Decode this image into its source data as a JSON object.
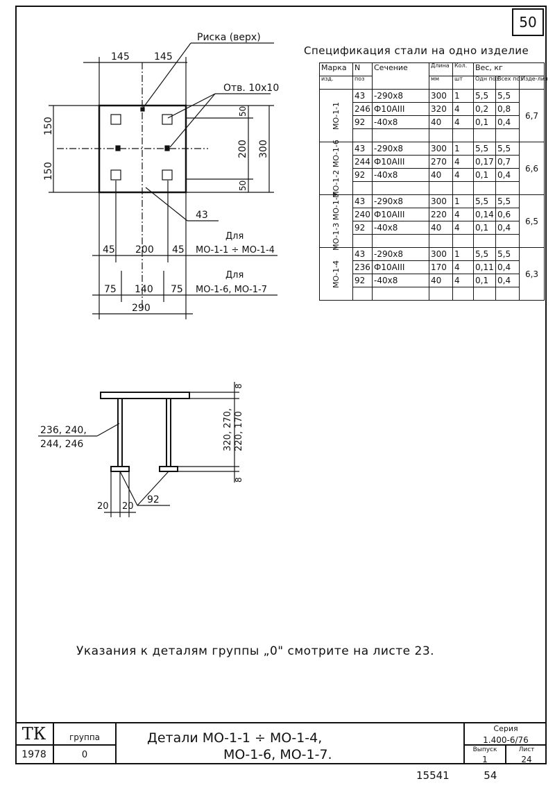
{
  "sheet_number": "50",
  "spec": {
    "title": "Спецификация стали на одно изделие",
    "headers": {
      "marka_top": "Марка",
      "marka_bottom": "изд.",
      "n_top": "N",
      "n_bottom": "поз",
      "section": "Сечение",
      "length_top": "Длина",
      "length_bottom": "мм",
      "qty_top": "Кол.",
      "qty_bottom": "шт",
      "weight": "Вес, кг",
      "weight_one": "Одн поз",
      "weight_all": "Всех поз",
      "weight_item": "Изде-лия"
    },
    "groups": [
      {
        "mark": "МО-1-1",
        "total": "6,7",
        "rows": [
          {
            "pos": "43",
            "section": "-290x8",
            "length": "300",
            "qty": "1",
            "one": "5,5",
            "all": "5,5"
          },
          {
            "pos": "246",
            "section": "Ф10АIII",
            "length": "320",
            "qty": "4",
            "one": "0,2",
            "all": "0,8"
          },
          {
            "pos": "92",
            "section": "-40x8",
            "length": "40",
            "qty": "4",
            "one": "0,1",
            "all": "0,4"
          }
        ]
      },
      {
        "mark": "МО-1-2 МО-1-6",
        "total": "6,6",
        "rows": [
          {
            "pos": "43",
            "section": "-290x8",
            "length": "300",
            "qty": "1",
            "one": "5,5",
            "all": "5,5"
          },
          {
            "pos": "244",
            "section": "Ф10АIII",
            "length": "270",
            "qty": "4",
            "one": "0,17",
            "all": "0,7"
          },
          {
            "pos": "92",
            "section": "-40x8",
            "length": "40",
            "qty": "4",
            "one": "0,1",
            "all": "0,4"
          }
        ]
      },
      {
        "mark": "МО-1-3 МО-1-7",
        "total": "6,5",
        "rows": [
          {
            "pos": "43",
            "section": "-290x8",
            "length": "300",
            "qty": "1",
            "one": "5,5",
            "all": "5,5"
          },
          {
            "pos": "240",
            "section": "Ф10АIII",
            "length": "220",
            "qty": "4",
            "one": "0,14",
            "all": "0,6"
          },
          {
            "pos": "92",
            "section": "-40x8",
            "length": "40",
            "qty": "4",
            "one": "0,1",
            "all": "0,4"
          }
        ]
      },
      {
        "mark": "МО-1-4",
        "total": "6,3",
        "rows": [
          {
            "pos": "43",
            "section": "-290x8",
            "length": "300",
            "qty": "1",
            "one": "5,5",
            "all": "5,5"
          },
          {
            "pos": "236",
            "section": "Ф10АIII",
            "length": "170",
            "qty": "4",
            "one": "0,11",
            "all": "0,4"
          },
          {
            "pos": "92",
            "section": "-40x8",
            "length": "40",
            "qty": "4",
            "one": "0,1",
            "all": "0,4"
          }
        ]
      }
    ]
  },
  "plan": {
    "top_dims": [
      "145",
      "145"
    ],
    "risk_label": "Риска (верх)",
    "hole_label": "Отв. 10x10",
    "left_dims": [
      "150",
      "150"
    ],
    "right_dims_small": [
      "50",
      "200",
      "50"
    ],
    "right_dim_total": "300",
    "pos_label": "43",
    "note_a_1": "Для",
    "note_a_2": "МО-1-1 ÷ МО-1-4",
    "row_a": [
      "45",
      "200",
      "45"
    ],
    "note_b_1": "Для",
    "note_b_2": "МО-1-6, МО-1-7",
    "row_b": [
      "75",
      "140",
      "75"
    ],
    "total_width": "290"
  },
  "side": {
    "bars_label_1": "236, 240,",
    "bars_label_2": "244, 246",
    "top_thk": "8",
    "height_1": "320, 270,",
    "height_2": "220, 170",
    "bottom_thk": "8",
    "base_1": "20",
    "base_2": "20",
    "plate_label": "92"
  },
  "note": "Указания к деталям группы „0\" смотрите на листе 23.",
  "stamp": {
    "org": "ТК",
    "year": "1978",
    "group_label": "группа",
    "group_value": "0",
    "title_1": "Детали  МО-1-1 ÷ МО-1-4,",
    "title_2": "МО-1-6,  МО-1-7.",
    "series_label": "Серия",
    "series_value": "1.400-6/76",
    "issue_label": "Выпуск",
    "issue_value": "1",
    "sheet_label": "Лист",
    "sheet_value": "24"
  },
  "bottom_numbers": [
    "15541",
    "54"
  ]
}
